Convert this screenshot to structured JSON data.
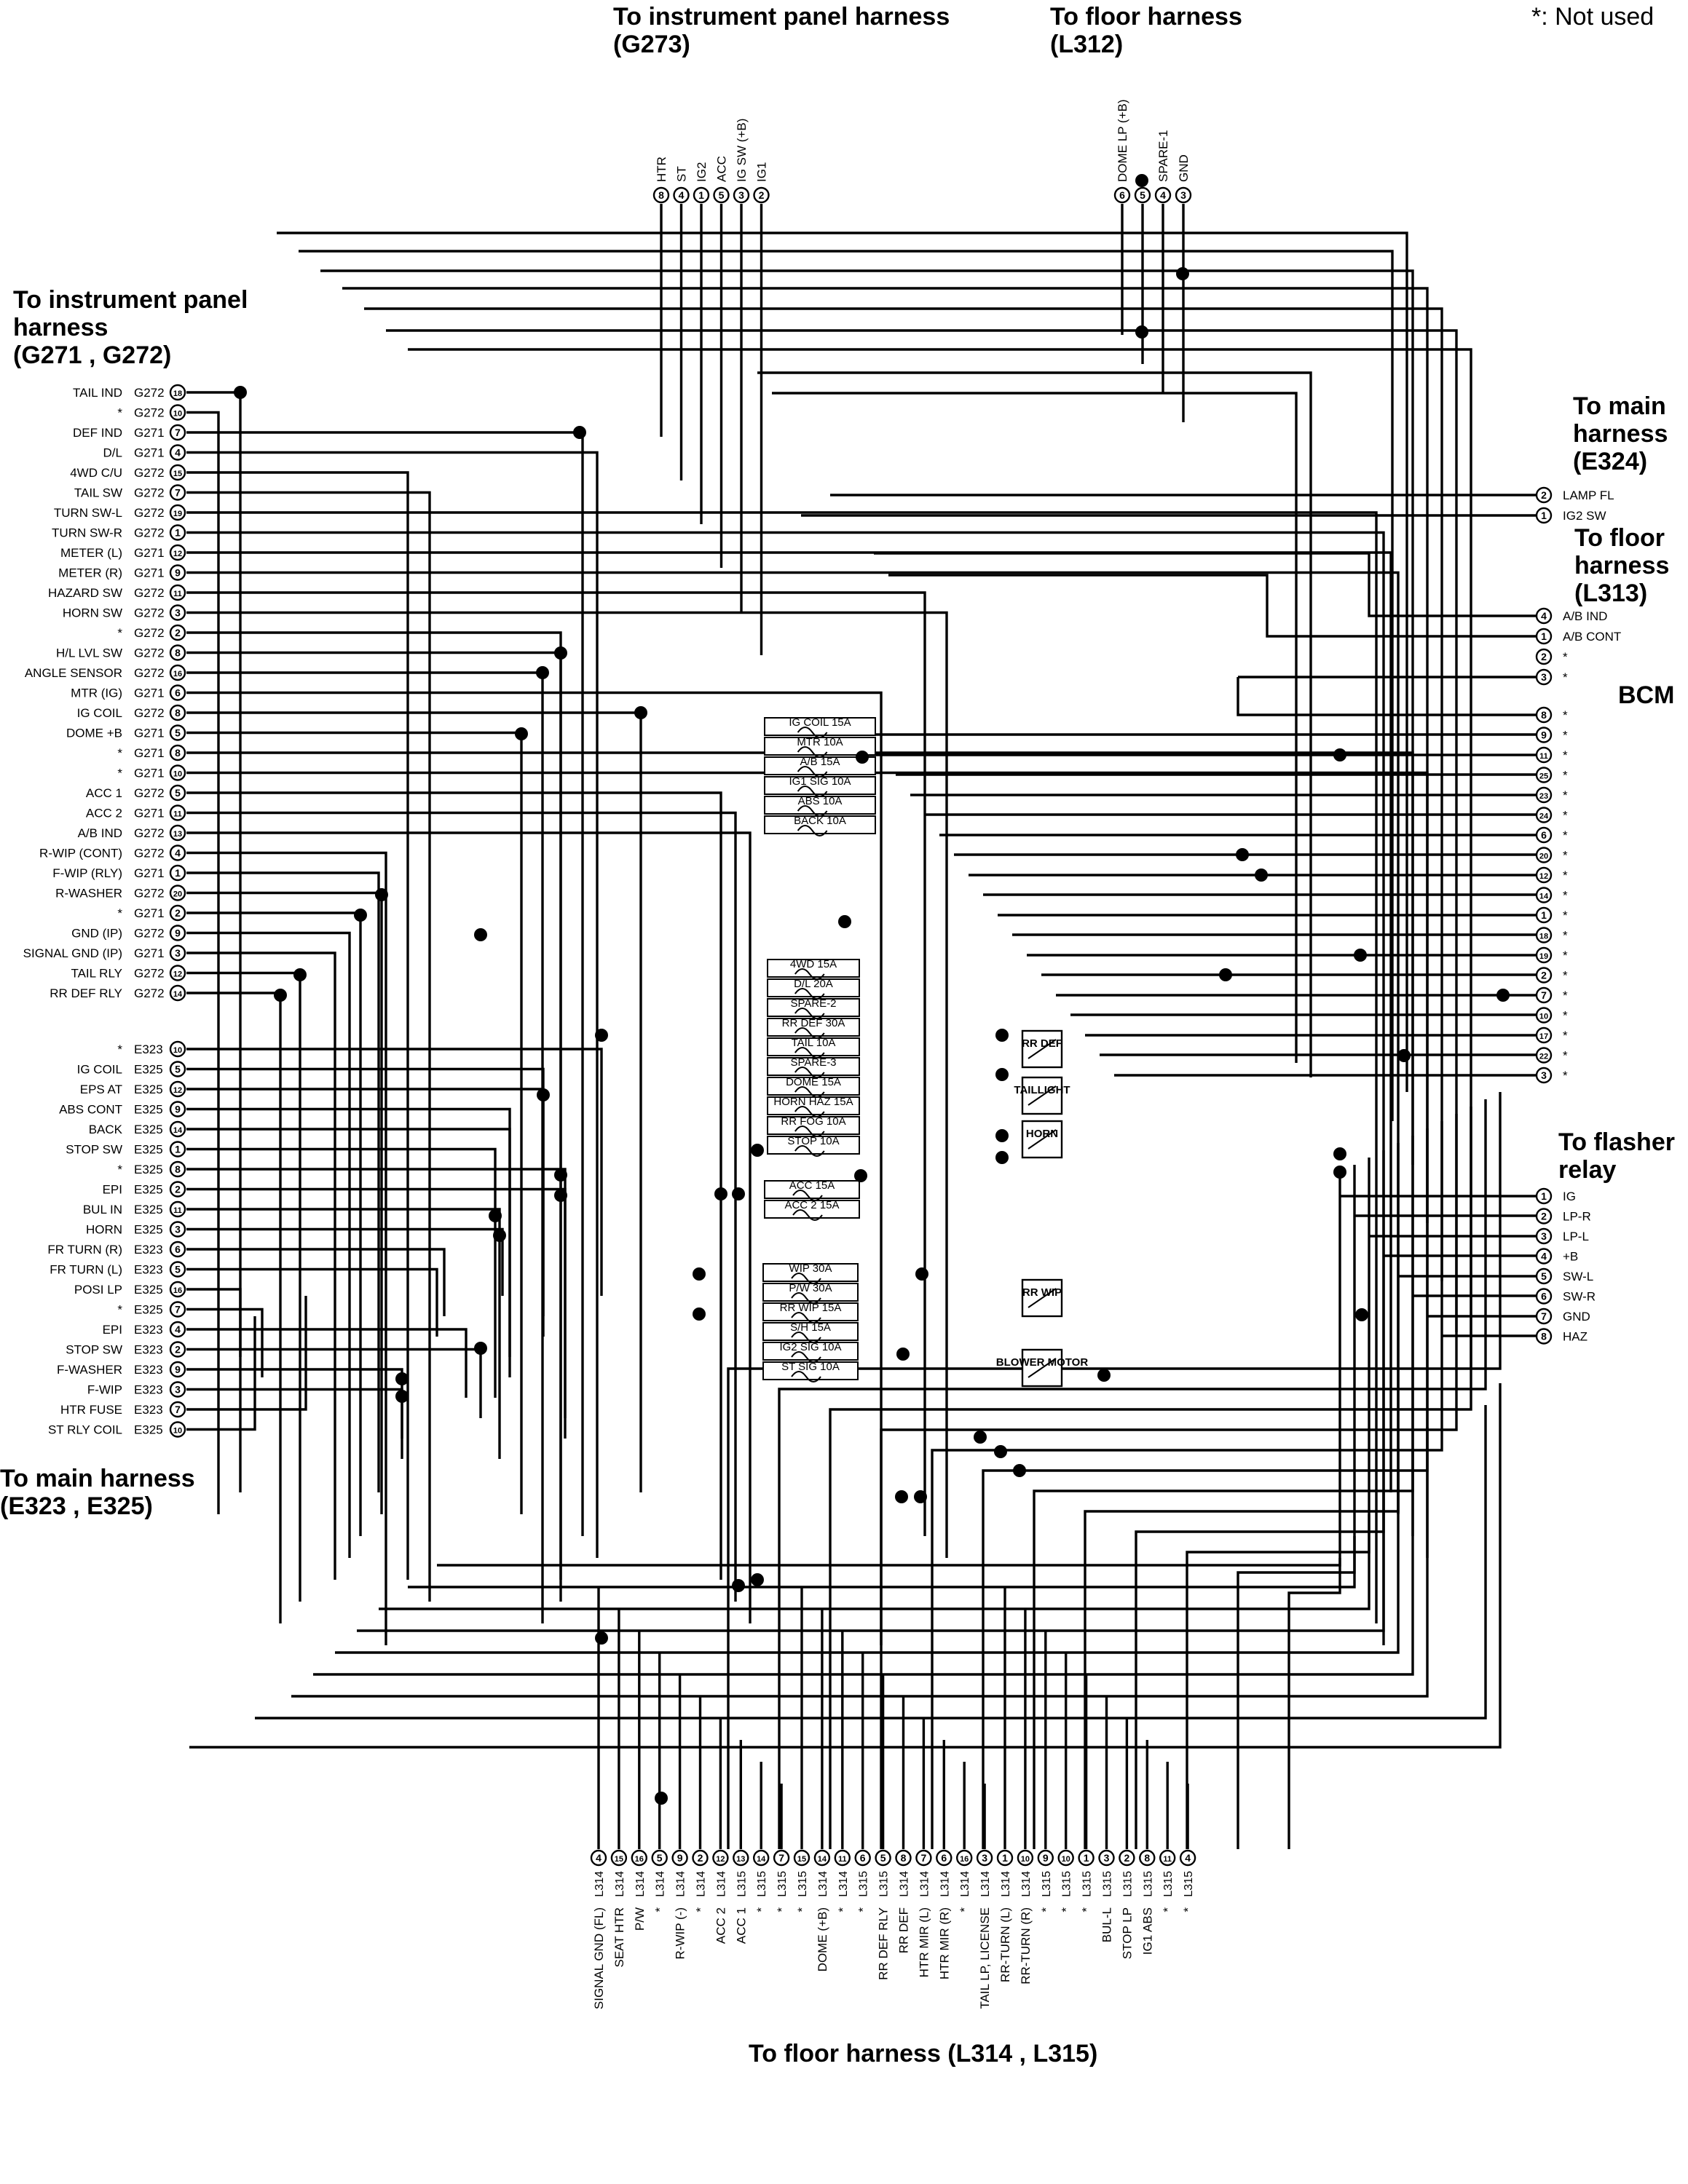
{
  "not_used_note": "*: Not used",
  "headers": {
    "ip_g273": [
      "To instrument panel harness ",
      "(G273)"
    ],
    "floor_l312": [
      "To floor harness ",
      "(L312)"
    ],
    "ip_g271": [
      "To instrument panel ",
      "harness ",
      "(G271 , G272)"
    ],
    "main_e324": [
      "To main",
      "harness ",
      "(E324)"
    ],
    "floor_l313": [
      "To floor",
      "harness",
      "(L313)"
    ],
    "bcm": [
      "BCM"
    ],
    "flasher": [
      "To flasher",
      "relay"
    ],
    "main_e323": [
      "To main harness ",
      "(E323 , E325)"
    ],
    "floor_l314": [
      "To floor harness (L314 , L315)"
    ]
  },
  "left_top": [
    {
      "label": "TAIL IND",
      "conn": "G272",
      "pin": "18"
    },
    {
      "label": "*",
      "conn": "G272",
      "pin": "10"
    },
    {
      "label": "DEF IND",
      "conn": "G271",
      "pin": "7"
    },
    {
      "label": "D/L",
      "conn": "G271",
      "pin": "4"
    },
    {
      "label": "4WD C/U",
      "conn": "G272",
      "pin": "15"
    },
    {
      "label": "TAIL SW",
      "conn": "G272",
      "pin": "7"
    },
    {
      "label": "TURN SW-L",
      "conn": "G272",
      "pin": "19"
    },
    {
      "label": "TURN SW-R",
      "conn": "G272",
      "pin": "1"
    },
    {
      "label": "METER (L)",
      "conn": "G271",
      "pin": "12"
    },
    {
      "label": "METER (R)",
      "conn": "G271",
      "pin": "9"
    },
    {
      "label": "HAZARD SW",
      "conn": "G272",
      "pin": "11"
    },
    {
      "label": "HORN SW",
      "conn": "G272",
      "pin": "3"
    },
    {
      "label": "*",
      "conn": "G272",
      "pin": "2"
    },
    {
      "label": "H/L LVL SW",
      "conn": "G272",
      "pin": "8"
    },
    {
      "label": "ANGLE SENSOR",
      "conn": "G272",
      "pin": "16"
    },
    {
      "label": "MTR (IG)",
      "conn": "G271",
      "pin": "6"
    },
    {
      "label": "IG COIL",
      "conn": "G272",
      "pin": "8"
    },
    {
      "label": "DOME +B",
      "conn": "G271",
      "pin": "5"
    },
    {
      "label": "*",
      "conn": "G271",
      "pin": "8"
    },
    {
      "label": "*",
      "conn": "G271",
      "pin": "10"
    },
    {
      "label": "ACC 1",
      "conn": "G272",
      "pin": "5"
    },
    {
      "label": "ACC 2",
      "conn": "G271",
      "pin": "11"
    },
    {
      "label": "A/B IND",
      "conn": "G272",
      "pin": "13"
    },
    {
      "label": "R-WIP (CONT)",
      "conn": "G272",
      "pin": "4"
    },
    {
      "label": "F-WIP (RLY)",
      "conn": "G271",
      "pin": "1"
    },
    {
      "label": "R-WASHER",
      "conn": "G272",
      "pin": "20"
    },
    {
      "label": "*",
      "conn": "G271",
      "pin": "2"
    },
    {
      "label": "GND (IP)",
      "conn": "G272",
      "pin": "9"
    },
    {
      "label": "SIGNAL GND (IP)",
      "conn": "G271",
      "pin": "3"
    },
    {
      "label": "TAIL RLY",
      "conn": "G272",
      "pin": "12"
    },
    {
      "label": "RR DEF RLY",
      "conn": "G272",
      "pin": "14"
    }
  ],
  "left_bottom": [
    {
      "label": "*",
      "conn": "E323",
      "pin": "10"
    },
    {
      "label": "IG COIL",
      "conn": "E325",
      "pin": "5"
    },
    {
      "label": "EPS AT",
      "conn": "E325",
      "pin": "12"
    },
    {
      "label": "ABS CONT",
      "conn": "E325",
      "pin": "9"
    },
    {
      "label": "BACK",
      "conn": "E325",
      "pin": "14"
    },
    {
      "label": "STOP SW",
      "conn": "E325",
      "pin": "1"
    },
    {
      "label": "*",
      "conn": "E325",
      "pin": "8"
    },
    {
      "label": "EPI",
      "conn": "E325",
      "pin": "2"
    },
    {
      "label": "BUL IN",
      "conn": "E325",
      "pin": "11"
    },
    {
      "label": "HORN",
      "conn": "E325",
      "pin": "3"
    },
    {
      "label": "FR TURN (R)",
      "conn": "E323",
      "pin": "6"
    },
    {
      "label": "FR TURN (L)",
      "conn": "E323",
      "pin": "5"
    },
    {
      "label": "POSI LP",
      "conn": "E325",
      "pin": "16"
    },
    {
      "label": "*",
      "conn": "E325",
      "pin": "7"
    },
    {
      "label": "EPI",
      "conn": "E323",
      "pin": "4"
    },
    {
      "label": "STOP SW",
      "conn": "E323",
      "pin": "2"
    },
    {
      "label": "F-WASHER",
      "conn": "E323",
      "pin": "9"
    },
    {
      "label": "F-WIP",
      "conn": "E323",
      "pin": "3"
    },
    {
      "label": "HTR FUSE",
      "conn": "E323",
      "pin": "7"
    },
    {
      "label": "ST RLY COIL",
      "conn": "E325",
      "pin": "10"
    }
  ],
  "top_g273": [
    {
      "label": "HTR",
      "pin": "8"
    },
    {
      "label": "ST",
      "pin": "4"
    },
    {
      "label": "IG2",
      "pin": "1"
    },
    {
      "label": "ACC",
      "pin": "5"
    },
    {
      "label": "IG SW (+B)",
      "pin": "3"
    },
    {
      "label": "IG1",
      "pin": "2"
    }
  ],
  "top_l312": [
    {
      "label": "DOME LP (+B)",
      "pin": "6"
    },
    {
      "label": "*",
      "pin": "5"
    },
    {
      "label": "SPARE-1",
      "pin": "4"
    },
    {
      "label": "GND",
      "pin": "3"
    }
  ],
  "right_e324": [
    {
      "label": "LAMP FL",
      "pin": "2"
    },
    {
      "label": "IG2 SW",
      "pin": "1"
    }
  ],
  "right_l313": [
    {
      "label": "A/B IND",
      "pin": "4"
    },
    {
      "label": "A/B CONT",
      "pin": "1"
    },
    {
      "label": "*",
      "pin": "2"
    },
    {
      "label": "*",
      "pin": "3"
    }
  ],
  "right_bcm": [
    {
      "label": "*",
      "pin": "8"
    },
    {
      "label": "*",
      "pin": "9"
    },
    {
      "label": "*",
      "pin": "11"
    },
    {
      "label": "*",
      "pin": "25"
    },
    {
      "label": "*",
      "pin": "23"
    },
    {
      "label": "*",
      "pin": "24"
    },
    {
      "label": "*",
      "pin": "6"
    },
    {
      "label": "*",
      "pin": "20"
    },
    {
      "label": "*",
      "pin": "12"
    },
    {
      "label": "*",
      "pin": "14"
    },
    {
      "label": "*",
      "pin": "1"
    },
    {
      "label": "*",
      "pin": "18"
    },
    {
      "label": "*",
      "pin": "19"
    },
    {
      "label": "*",
      "pin": "2"
    },
    {
      "label": "*",
      "pin": "7"
    },
    {
      "label": "*",
      "pin": "10"
    },
    {
      "label": "*",
      "pin": "17"
    },
    {
      "label": "*",
      "pin": "22"
    },
    {
      "label": "*",
      "pin": "3"
    }
  ],
  "right_flasher": [
    {
      "label": "IG",
      "pin": "1"
    },
    {
      "label": "LP-R",
      "pin": "2"
    },
    {
      "label": "LP-L",
      "pin": "3"
    },
    {
      "label": "+B",
      "pin": "4"
    },
    {
      "label": "SW-L",
      "pin": "5"
    },
    {
      "label": "SW-R",
      "pin": "6"
    },
    {
      "label": "GND",
      "pin": "7"
    },
    {
      "label": "HAZ",
      "pin": "8"
    }
  ],
  "bottom": [
    {
      "label": "SIGNAL GND (FL)",
      "conn": "L314",
      "pin": "4"
    },
    {
      "label": "SEAT HTR",
      "conn": "L314",
      "pin": "15"
    },
    {
      "label": "P/W",
      "conn": "L314",
      "pin": "16"
    },
    {
      "label": "*",
      "conn": "L314",
      "pin": "5"
    },
    {
      "label": "R-WIP (-)",
      "conn": "L314",
      "pin": "9"
    },
    {
      "label": "*",
      "conn": "L314",
      "pin": "2"
    },
    {
      "label": "ACC 2",
      "conn": "L314",
      "pin": "12"
    },
    {
      "label": "ACC 1",
      "conn": "L315",
      "pin": "13"
    },
    {
      "label": "*",
      "conn": "L315",
      "pin": "14"
    },
    {
      "label": "*",
      "conn": "L315",
      "pin": "7"
    },
    {
      "label": "*",
      "conn": "L315",
      "pin": "15"
    },
    {
      "label": "DOME (+B)",
      "conn": "L314",
      "pin": "14"
    },
    {
      "label": "*",
      "conn": "L314",
      "pin": "11"
    },
    {
      "label": "*",
      "conn": "L315",
      "pin": "6"
    },
    {
      "label": "RR DEF RLY",
      "conn": "L315",
      "pin": "5"
    },
    {
      "label": "RR DEF",
      "conn": "L314",
      "pin": "8"
    },
    {
      "label": "HTR MIR (L)",
      "conn": "L314",
      "pin": "7"
    },
    {
      "label": "HTR MIR (R)",
      "conn": "L314",
      "pin": "6"
    },
    {
      "label": "*",
      "conn": "L314",
      "pin": "16"
    },
    {
      "label": "TAIL LP, LICENSE",
      "conn": "L314",
      "pin": "3"
    },
    {
      "label": "RR-TURN (L)",
      "conn": "L314",
      "pin": "1"
    },
    {
      "label": "RR-TURN (R)",
      "conn": "L314",
      "pin": "10"
    },
    {
      "label": "*",
      "conn": "L315",
      "pin": "9"
    },
    {
      "label": "*",
      "conn": "L315",
      "pin": "10"
    },
    {
      "label": "*",
      "conn": "L315",
      "pin": "1"
    },
    {
      "label": "BUL-L",
      "conn": "L315",
      "pin": "3"
    },
    {
      "label": "STOP LP",
      "conn": "L315",
      "pin": "2"
    },
    {
      "label": "IG1 ABS",
      "conn": "L315",
      "pin": "8"
    },
    {
      "label": "*",
      "conn": "L315",
      "pin": "11"
    },
    {
      "label": "*",
      "conn": "L315",
      "pin": "4"
    }
  ],
  "fuses_a": [
    "IG COIL 15A",
    "MTR 10A",
    "A/B 15A",
    "IG1 SIG 10A",
    "ABS 10A",
    "BACK 10A"
  ],
  "fuses_b": [
    "4WD 15A",
    "D/L 20A",
    "SPARE-2",
    "RR DEF 30A",
    "TAIL 10A",
    "SPARE-3",
    "DOME 15A",
    "HORN HAZ 15A",
    "RR FOG 10A",
    "STOP 10A"
  ],
  "fuses_c": [
    "ACC 15A",
    "ACC 2 15A"
  ],
  "fuses_d": [
    "WIP 30A",
    "P/W 30A",
    "RR WIP 15A",
    "S/H 15A",
    "IG2 SIG 10A",
    "ST SIG 10A"
  ],
  "relays": [
    "RR DEF",
    "TAILLIGHT",
    "HORN",
    "RR WIP",
    "BLOWER MOTOR"
  ]
}
